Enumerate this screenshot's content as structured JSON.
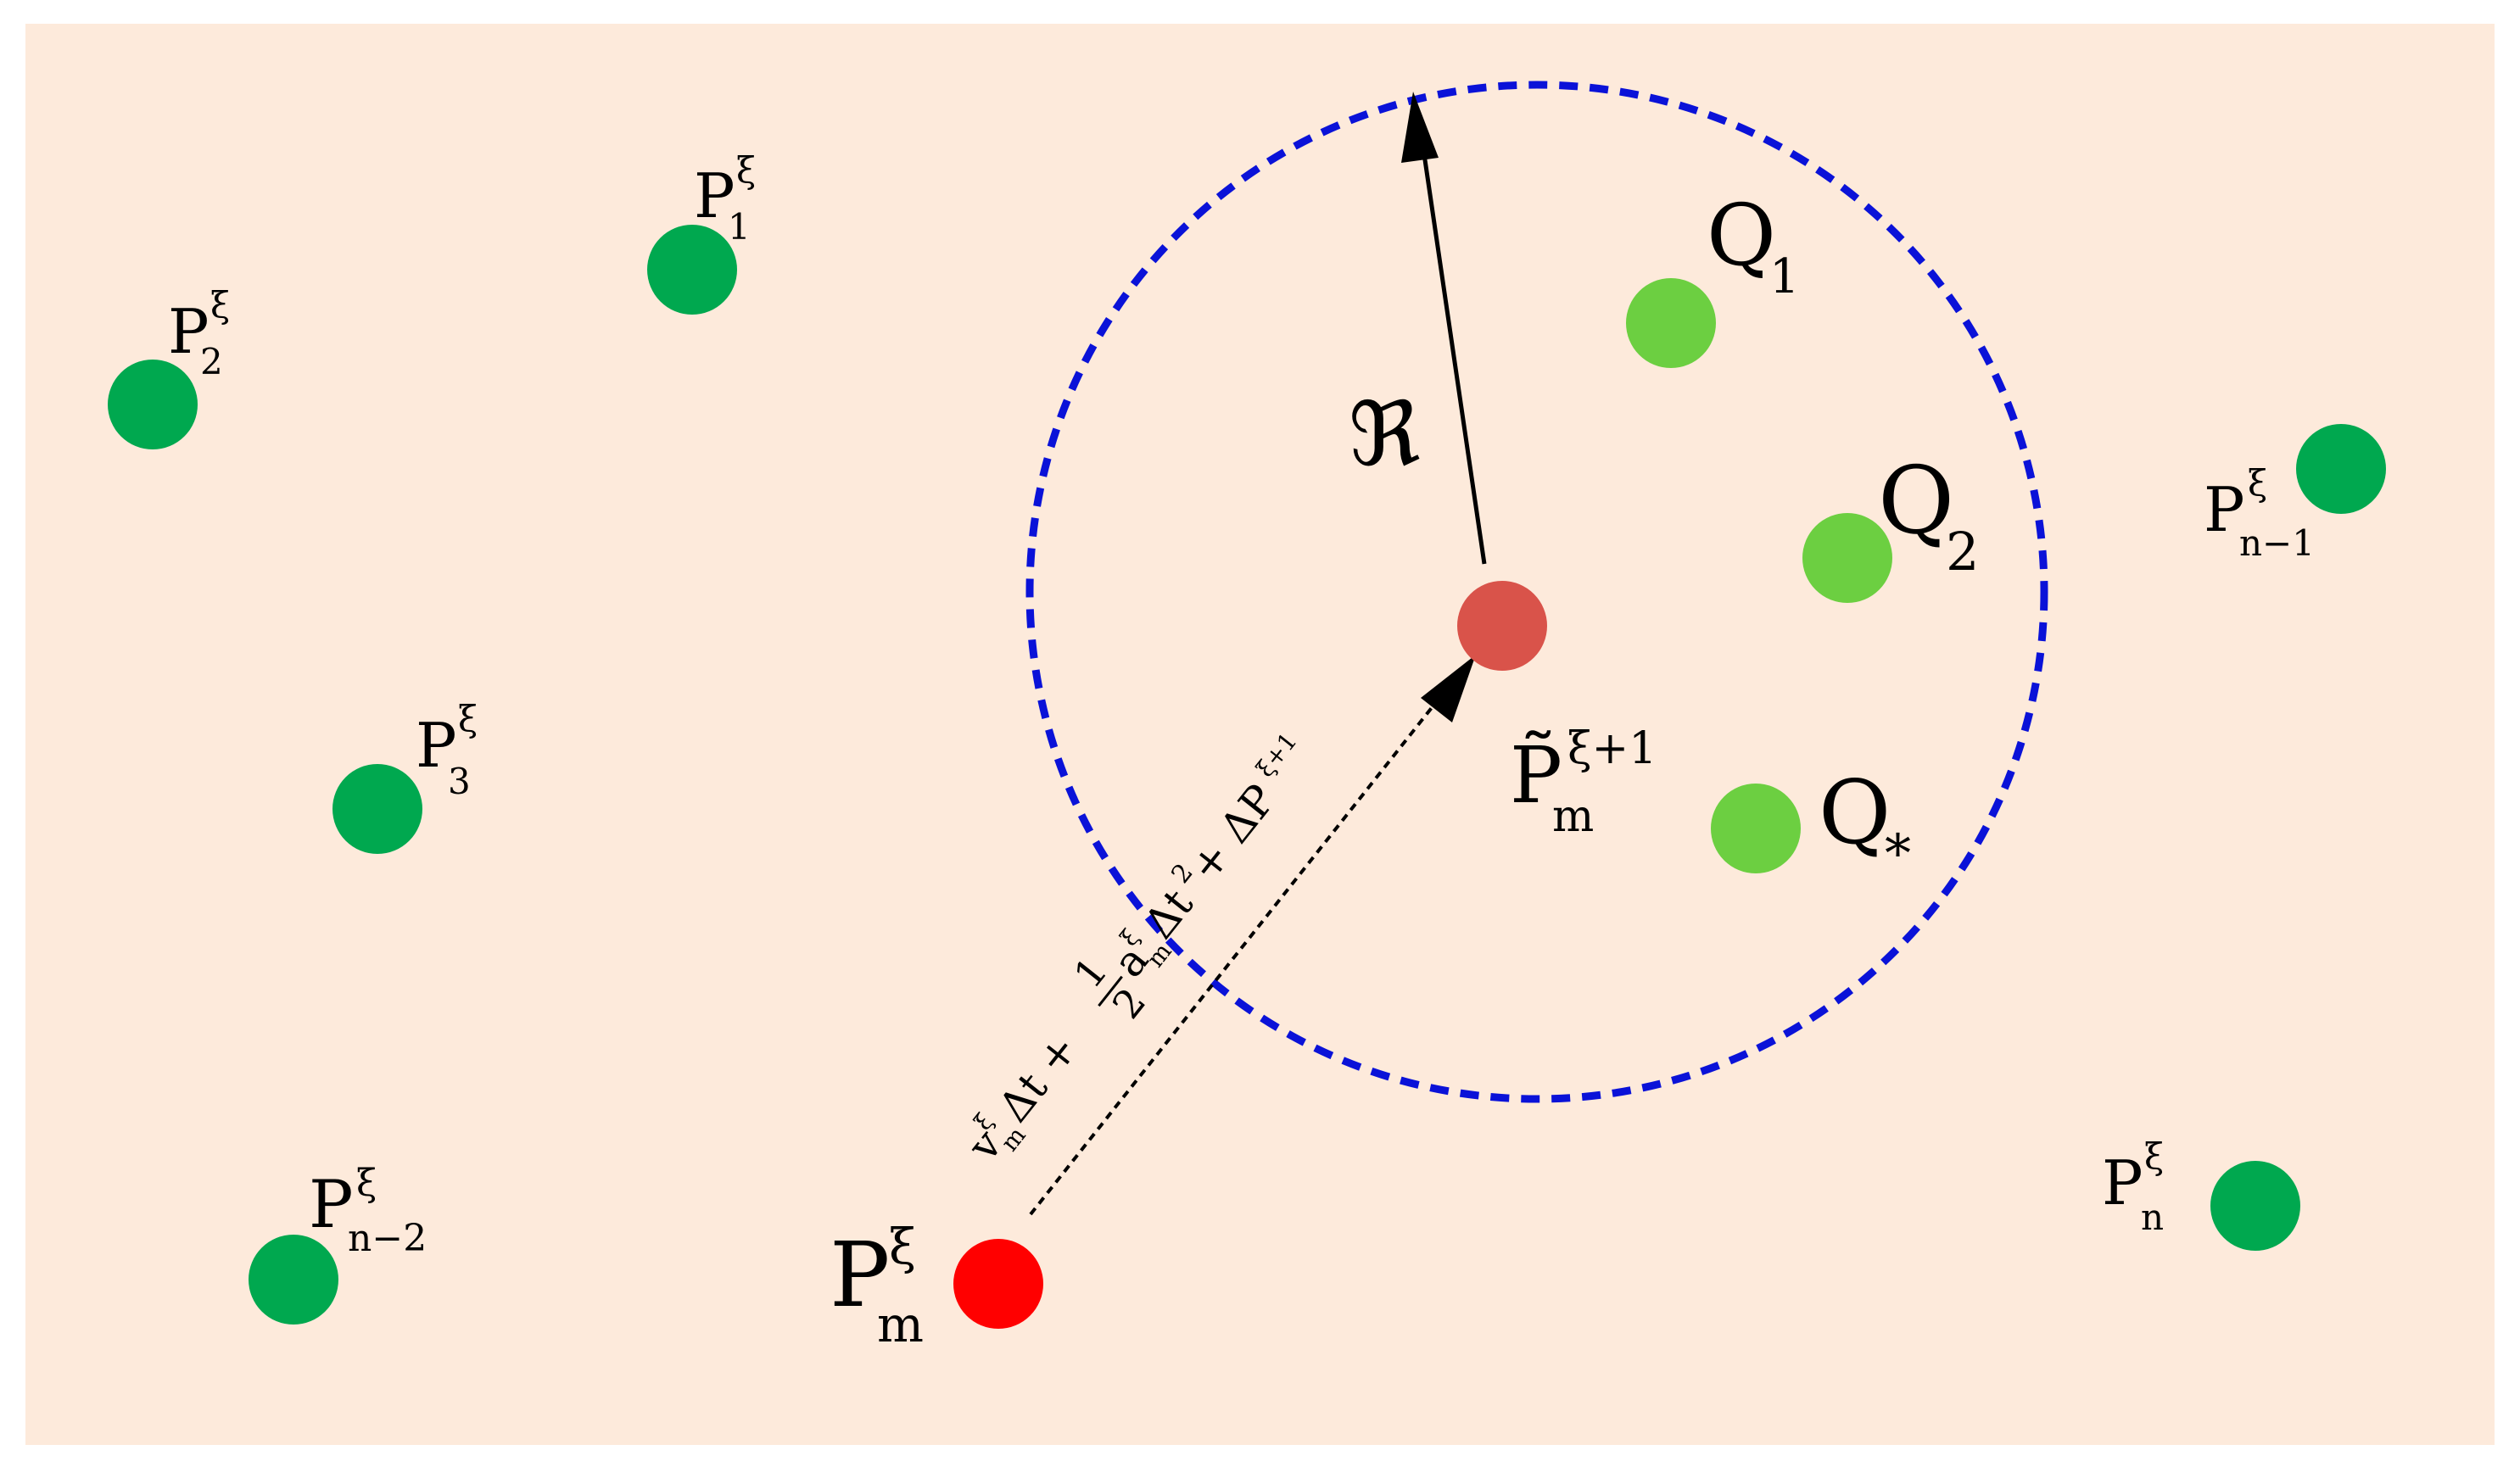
{
  "colors": {
    "background": "#fdeadb",
    "particle_dark_green": "#00a84f",
    "particle_light_green": "#6ccf41",
    "particle_current": "#ff0000",
    "particle_predicted": "#d9534a",
    "search_circle": "#0a12d8",
    "arrow": "#000000"
  },
  "labels": {
    "p1": {
      "base": "P",
      "sup": "ξ",
      "sub": "1"
    },
    "p2": {
      "base": "P",
      "sup": "ξ",
      "sub": "2"
    },
    "p3": {
      "base": "P",
      "sup": "ξ",
      "sub": "3"
    },
    "pn2": {
      "base": "P",
      "sup": "ξ",
      "sub": "n−2"
    },
    "pn1": {
      "base": "P",
      "sup": "ξ",
      "sub": "n−1"
    },
    "pn": {
      "base": "P",
      "sup": "ξ",
      "sub": "n"
    },
    "pm": {
      "base": "P",
      "sup": "ξ",
      "sub": "m"
    },
    "pred": {
      "base": "P̃",
      "sup": "ξ+1",
      "sub": "m"
    },
    "q1": {
      "base": "Q",
      "sub": "1"
    },
    "q2": {
      "base": "Q",
      "sub": "2"
    },
    "qstar": {
      "base": "Q",
      "sub": "*"
    },
    "radius": "ℜ",
    "displacement": {
      "v": "v",
      "v_sup": "ξ",
      "v_sub": "m",
      "dt": "Δt + ",
      "frac_num": "1",
      "frac_den": "2",
      "a": "a",
      "a_sup": "ξ",
      "a_sub": "m",
      "dt2": "Δt",
      "dt2_sup": "2",
      "plus_dp": " + ΔP",
      "dp_sup": "ξ+1"
    }
  }
}
